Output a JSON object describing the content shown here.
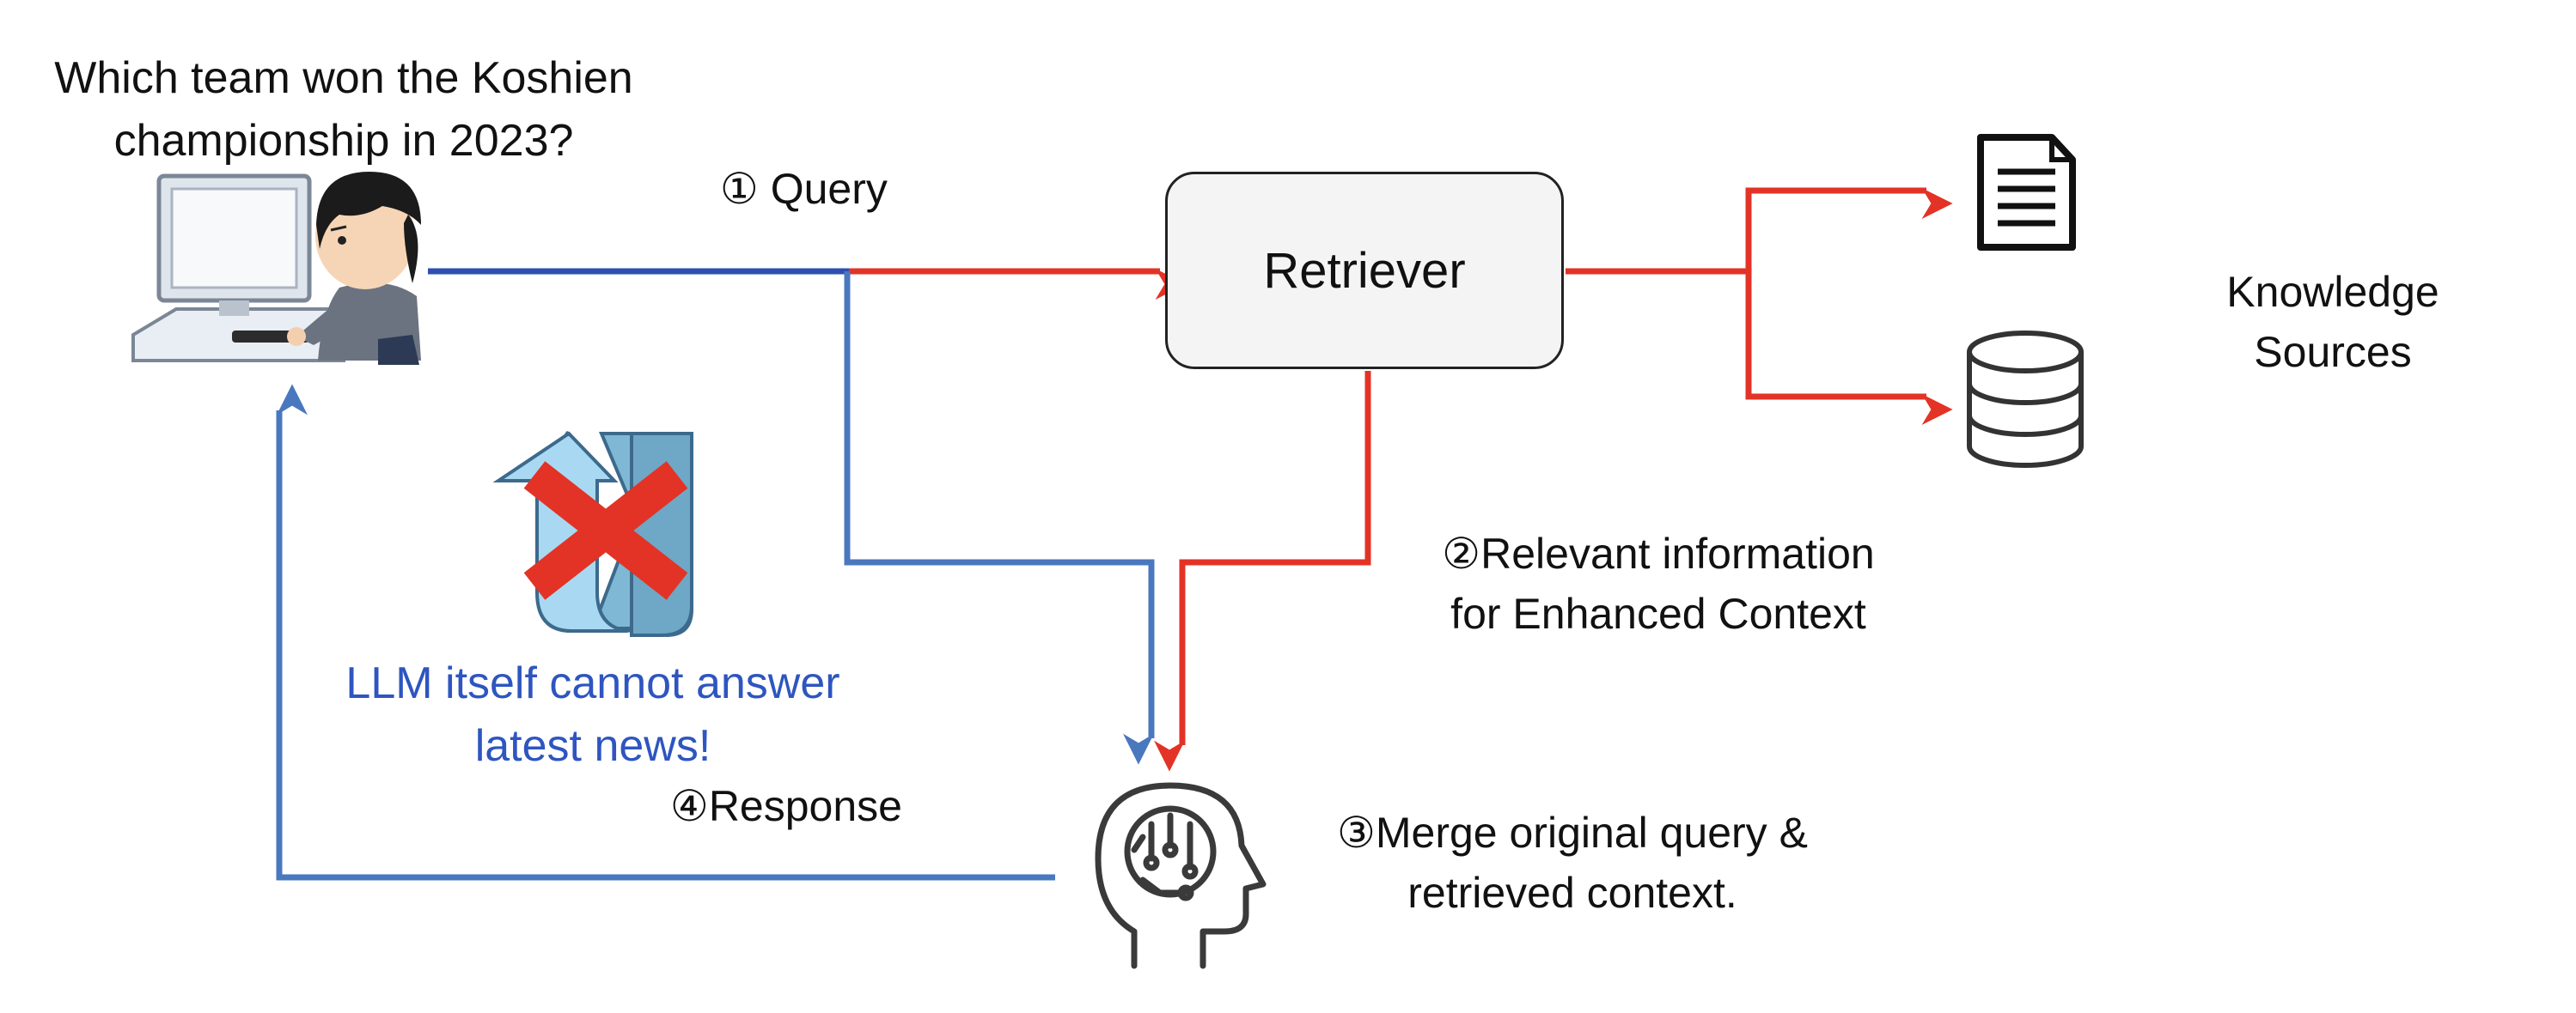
{
  "user_question": {
    "line1": "Which team won the Koshien",
    "line2": "championship in 2023?"
  },
  "labels": {
    "query": "① Query",
    "retriever": "Retriever",
    "knowledge_sources_line1": "Knowledge",
    "knowledge_sources_line2": "Sources",
    "relevant_line1": "②Relevant information",
    "relevant_line2": "for Enhanced Context",
    "llm_cannot_line1": "LLM itself cannot answer",
    "llm_cannot_line2": "latest news!",
    "response": "④Response",
    "merge_line1": "③Merge original query &",
    "merge_line2": "retrieved context."
  },
  "colors": {
    "red_flow": "#e33326",
    "blue_flow": "#4a78bf",
    "blue_query": "#2e4fb0",
    "blue_text": "#2e55c0"
  },
  "icons": [
    "user-computer-icon",
    "document-icon",
    "database-icon",
    "brain-circuit-icon",
    "crossed-uturn-icon"
  ]
}
